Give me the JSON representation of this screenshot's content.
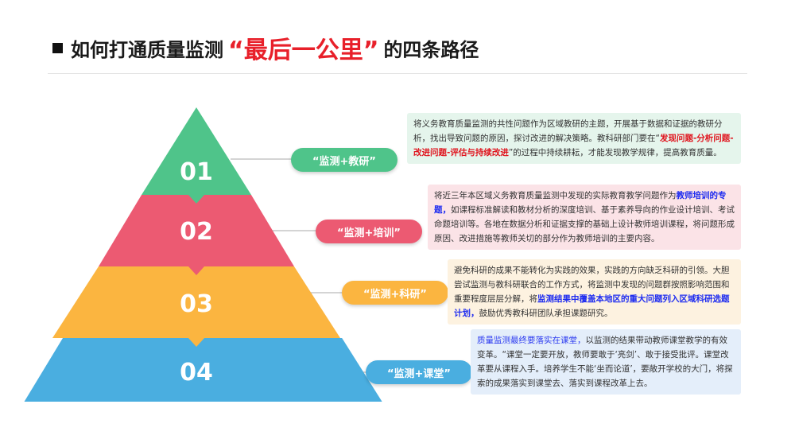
{
  "title": {
    "prefix": "如何打通质量监测",
    "highlight": "“最后一公里”",
    "suffix": "的四条路径"
  },
  "layers": [
    {
      "number": "01",
      "label": "“监测+教研”",
      "color": "#4fc48a",
      "box_bg": "#e5f5ec",
      "text": [
        "将义务教育质量监测的共性问题作为区域教研的主题，开展基于数据和证据的教研分析，找出导致问题的原因，探讨改进的解决策略。教科研部门要在“",
        "发现问题-分析问题-改进问题-评估与持续改进",
        "”的过程中持续耕耘，才能发现教学规律，提高教育质量。"
      ]
    },
    {
      "number": "02",
      "label": "“监测+培训”",
      "color": "#ec5a72",
      "box_bg": "#fbe3e7",
      "text": [
        "将近三年本区域义务教育质量监测中发现的实际教育教学问题作为",
        "教师培训的专题，",
        "如课程标准解读和教材分析的深度培训、基于素养导向的作业设计培训、考试命题培训等。各地在数据分析和证据支撑的基础上设计教师培训课程，将问题形成原因、改进措施等教师关切的部分作为教师培训的主要内容。"
      ]
    },
    {
      "number": "03",
      "label": "“监测+科研”",
      "color": "#fbb540",
      "box_bg": "#fdf2e0",
      "text": [
        "避免科研的成果不能转化为实践的效果，实践的方向缺乏科研的引领。大胆尝试监测与教科研联合的工作方式，将监测中发现的问题群按照影响范围和重要程度层层分解，将",
        "监测结果中覆盖本地区的重大问题列入区域科研选题计划，",
        "鼓励优秀教科研团队承担课题研究。"
      ]
    },
    {
      "number": "04",
      "label": "“监测+课堂”",
      "color": "#4aaee0",
      "box_bg": "#e4eefa",
      "text": [
        "质量监测最终要落实在课堂，",
        "以监测的结果带动教师课堂教学的有效变革。“课堂一定要开放，教师要敢于‘亮剑’、敢于接受批评。课堂改革要从课程入手。培养学生不能‘坐而论道’，要敞开学校的大门，将探索的成果落实到课堂去、落实到课程改革上去。"
      ]
    }
  ]
}
